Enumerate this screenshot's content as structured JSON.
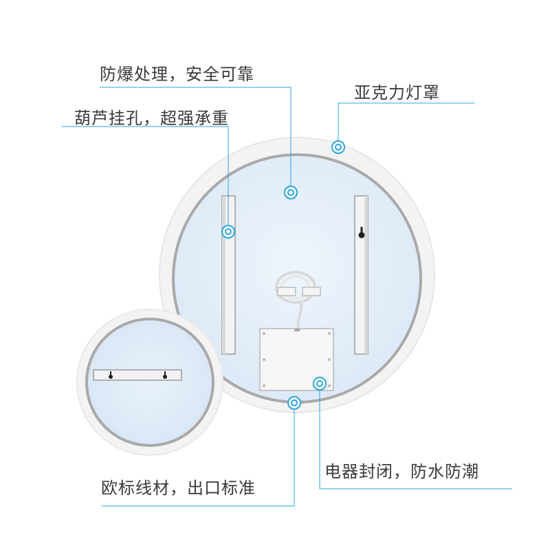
{
  "callouts": {
    "explosion_proof": "防爆处理，安全可靠",
    "acrylic_cover": "亚克力灯罩",
    "gourd_hole": "葫芦挂孔，超强承重",
    "electrical_sealed": "电器封闭，防水防潮",
    "eu_wiring": "欧标线材，出口标准"
  },
  "colors": {
    "accent": "#2aa3e0",
    "frame": "#e6e6e6",
    "inner_ring": "#a9a9a9",
    "glass": "#e3eef9",
    "label_text": "#3a3a3a"
  }
}
